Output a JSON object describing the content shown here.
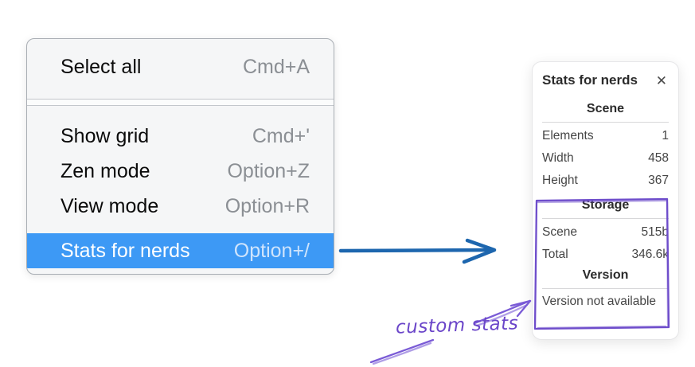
{
  "menu": {
    "items": [
      {
        "label": "Select all",
        "shortcut": "Cmd+A"
      },
      {
        "label": "Show grid",
        "shortcut": "Cmd+'"
      },
      {
        "label": "Zen mode",
        "shortcut": "Option+Z"
      },
      {
        "label": "View mode",
        "shortcut": "Option+R"
      },
      {
        "label": "Stats for nerds",
        "shortcut": "Option+/"
      }
    ],
    "selected_item": "Stats for nerds"
  },
  "stats_panel": {
    "title": "Stats for nerds",
    "close_icon": "✕",
    "sections": [
      {
        "title": "Scene",
        "rows": [
          [
            "Elements",
            "1"
          ],
          [
            "Width",
            "458"
          ],
          [
            "Height",
            "367"
          ]
        ]
      },
      {
        "title": "Storage",
        "rows": [
          [
            "Scene",
            "515b"
          ],
          [
            "Total",
            "346.6k"
          ]
        ]
      },
      {
        "title": "Version",
        "note": "Version not available"
      }
    ]
  },
  "annotation": {
    "label": "custom stats"
  },
  "colors": {
    "menu_highlight": "#3d99f5",
    "menu_highlight_text": "#ffffff",
    "menu_shortcut_gray": "#8b8f94",
    "arrow_blue": "#1d66ae",
    "annotation_purple": "#7a5bd6",
    "box_purple": "#6e4dcb"
  }
}
